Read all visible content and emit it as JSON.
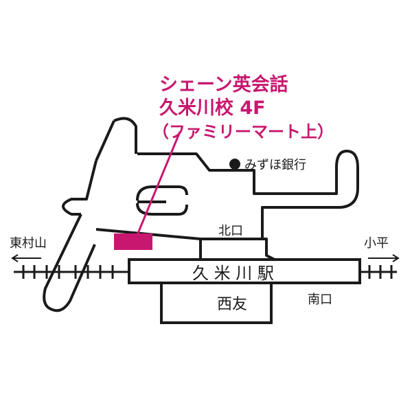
{
  "colors": {
    "accent": "#c8176f",
    "ink": "#1a1a1a",
    "background": "#ffffff"
  },
  "school": {
    "name_line1": "シェーン英会話",
    "name_line2": "久米川校 4F",
    "name_line3": "（ファミリーマート上）"
  },
  "landmarks": {
    "bank": "みずほ銀行",
    "north_exit": "北口",
    "south_exit": "南口",
    "station": "久 米 川 駅",
    "store": "西友"
  },
  "directions": {
    "west": "東村山",
    "east": "小平"
  },
  "icons": {
    "bank_marker": "filled-circle-icon"
  }
}
